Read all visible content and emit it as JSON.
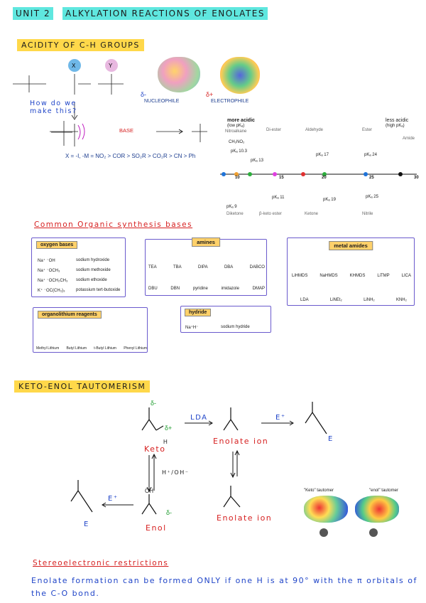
{
  "header": {
    "unit": "UNIT 2",
    "title": "ALKYLATION REACTIONS OF ENOLATES"
  },
  "acidity": {
    "heading": "ACIDITY OF C-H GROUPS",
    "question": "How do we make this?",
    "nucleophile_label": "NUCLEOPHILE",
    "electrophile_label": "ELECTROPHILE",
    "delta_minus": "δ-",
    "delta_plus": "δ+",
    "base_label": "BASE",
    "x_series": "X = -I, -M = NO₂ > COR > SO₂R > CO₂R > CN > Ph",
    "x_label": "X",
    "y_label": "Y",
    "more_acidic": "more acidic",
    "more_acidic_sub": "(low pKₐ)",
    "less_acidic": "less acidic",
    "less_acidic_sub": "(high pKₐ)",
    "top_labels": [
      "Nitroalkane",
      "Di-ester",
      "Aldehyde",
      "Ester",
      "Amide"
    ],
    "top_pka": [
      "pKₐ 10.3",
      "pKₐ 13",
      "pKₐ 17",
      "pKₐ 24",
      ""
    ],
    "bottom_labels": [
      "Diketone",
      "β-keto ester",
      "Ketone",
      "Nitrile"
    ],
    "bottom_pka": [
      "pKₐ 9",
      "pKₐ 11",
      "pKₐ 19",
      "pKₐ 25"
    ],
    "ticks": [
      "10",
      "15",
      "20",
      "25",
      "30"
    ],
    "ch2no2": "CH₂NO₂"
  },
  "bases": {
    "heading": "Common Organic synthesis bases",
    "oxygen": {
      "title": "oxygen bases",
      "rows": [
        [
          "Na⁺ ⁻OH",
          "sodium hydroxide"
        ],
        [
          "Na⁺ ⁻OCH₃",
          "sodium methoxide"
        ],
        [
          "Na⁺ ⁻OCH₂CH₃",
          "sodium ethoxide"
        ],
        [
          "K⁺ ⁻OC(CH₃)₃",
          "potassium tert-butoxide"
        ]
      ]
    },
    "amines": {
      "title": "amines",
      "row1": [
        "TEA",
        "TBA",
        "DIPA",
        "DBA",
        "DABCO"
      ],
      "row2": [
        "DBU",
        "DBN",
        "pyridine",
        "imidazole",
        "DMAP"
      ]
    },
    "metal_amides": {
      "title": "metal amides",
      "row1": [
        "LiHMDS",
        "NaHMDS",
        "KHMDS",
        "LiTMP",
        "LICA"
      ],
      "row2": [
        "LDA",
        "LiNEt₂",
        "LiNH₂",
        "KNH₂"
      ]
    },
    "organolithium": {
      "title": "organolithium reagents",
      "items": [
        "Methyl Lithium",
        "Butyl Lithium",
        "t-Butyl Lithium",
        "Phenyl Lithium"
      ]
    },
    "hydride": {
      "title": "hydride",
      "formula": "Na⁺H⁻",
      "name": "sodium hydride"
    }
  },
  "keto_enol": {
    "heading": "KETO-ENOL TAUTOMERISM",
    "keto": "Keto",
    "enolate": "Enolate ion",
    "enol": "Enol",
    "lda": "LDA",
    "eplus": "E⁺",
    "e": "E",
    "h_oh": "H⁺/OH⁻",
    "oh": "OH",
    "h": "H",
    "keto_tautomer": "\"Keto\" tautomer",
    "enol_tautomer": "\"enol\" tautomer",
    "delta_minus": "δ-",
    "delta_plus": "δ+"
  },
  "stereo": {
    "heading": "Stereoelectronic restrictions",
    "text": "Enolate formation can be formed ONLY if one H is at 90° with the π orbitals of the C-O bond."
  }
}
